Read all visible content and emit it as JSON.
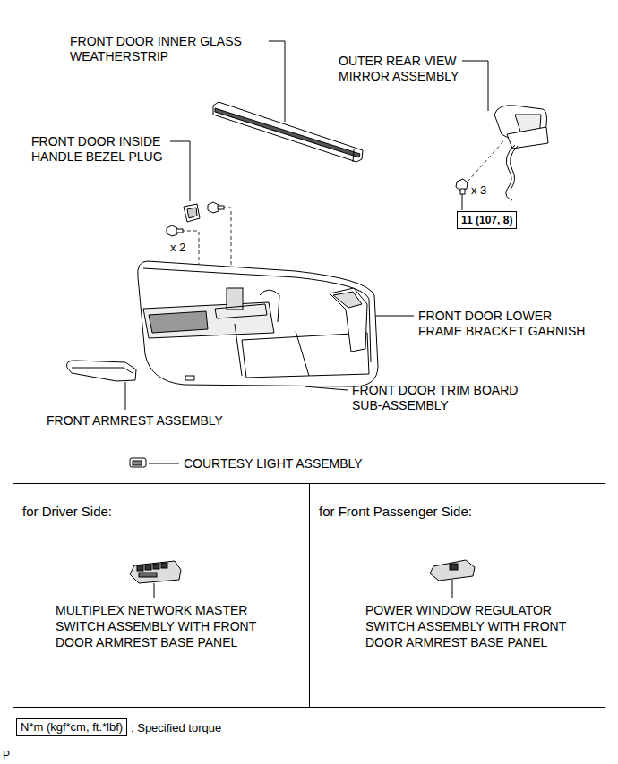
{
  "diagram": {
    "nodes": [
      {
        "text": [
          "11 (107, 8)"
        ]
      },
      {
        "text": [
          "for Driver Side:",
          "MULTIPLEX NETWORK MASTER SWITCH ASSEMBLY WITH FRONT DOOR ARMREST BASE PANEL"
        ]
      },
      {
        "text": [
          "for Front Passenger Side:",
          "POWER WINDOW REGULATOR SWITCH ASSEMBLY WITH FRONT DOOR ARMREST BASE PANEL"
        ]
      },
      {
        "text": [
          "N*m (kgf*cm, ft.*lbf)"
        ]
      }
    ],
    "labels": [
      "FRONT DOOR INNER GLASS WEATHERSTRIP",
      "OUTER REAR VIEW MIRROR ASSEMBLY",
      "FRONT DOOR INSIDE HANDLE BEZEL PLUG",
      "x 3",
      "x 2",
      "FRONT DOOR LOWER FRAME BRACKET GARNISH",
      "FRONT DOOR TRIM BOARD SUB-ASSEMBLY",
      "FRONT ARMREST ASSEMBLY",
      "COURTESY LIGHT ASSEMBLY",
      ": Specified torque",
      "P"
    ]
  }
}
